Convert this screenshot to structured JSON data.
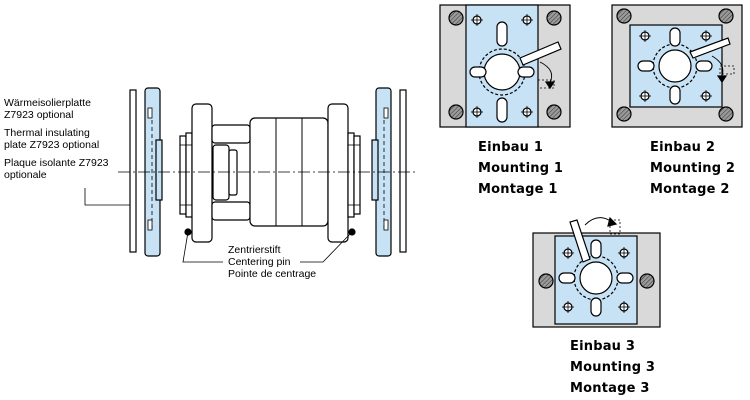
{
  "colors": {
    "blue_fill": "#c6e2f4",
    "gray_fill": "#d9d9d9",
    "hatch_fill": "#8a8a8a",
    "line": "#000000"
  },
  "labels": {
    "insulating_plate": [
      "Wärmeisolierplatte",
      "Z7923 optional",
      "Thermal insulating",
      "plate Z7923 optional",
      "Plaque isolante Z7923",
      "optionale"
    ],
    "centering_pin": [
      "Zentrierstift",
      "Centering pin",
      "Pointe de centrage"
    ]
  },
  "mountings": [
    {
      "lines": [
        "Einbau 1",
        "Mounting 1",
        "Montage 1"
      ]
    },
    {
      "lines": [
        "Einbau 2",
        "Mounting 2",
        "Montage 2"
      ]
    },
    {
      "lines": [
        "Einbau 3",
        "Mounting 3",
        "Montage 3"
      ]
    }
  ]
}
